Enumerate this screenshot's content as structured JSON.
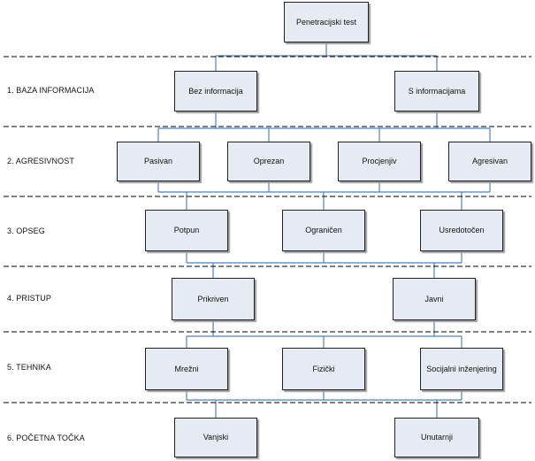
{
  "diagram": {
    "root": "Penetracijski test",
    "levels": [
      {
        "label": "1. BAZA INFORMACIJA",
        "nodes": [
          "Bez informacija",
          "S informacijama"
        ]
      },
      {
        "label": "2. AGRESIVNOST",
        "nodes": [
          "Pasivan",
          "Oprezan",
          "Procjenjiv",
          "Agresivan"
        ]
      },
      {
        "label": "3. OPSEG",
        "nodes": [
          "Potpun",
          "Ograničen",
          "Usredotočen"
        ]
      },
      {
        "label": "4. PRISTUP",
        "nodes": [
          "Prikriven",
          "Javni"
        ]
      },
      {
        "label": "5. TEHNIKA",
        "nodes": [
          "Mrežni",
          "Fizički",
          "Socijalni inženjering"
        ]
      },
      {
        "label": "6. POČETNA TOČKA",
        "nodes": [
          "Vanjski",
          "Unutarnji"
        ]
      }
    ],
    "connector_color": "#4f81bd",
    "node_fill": "#e6ebf3"
  }
}
